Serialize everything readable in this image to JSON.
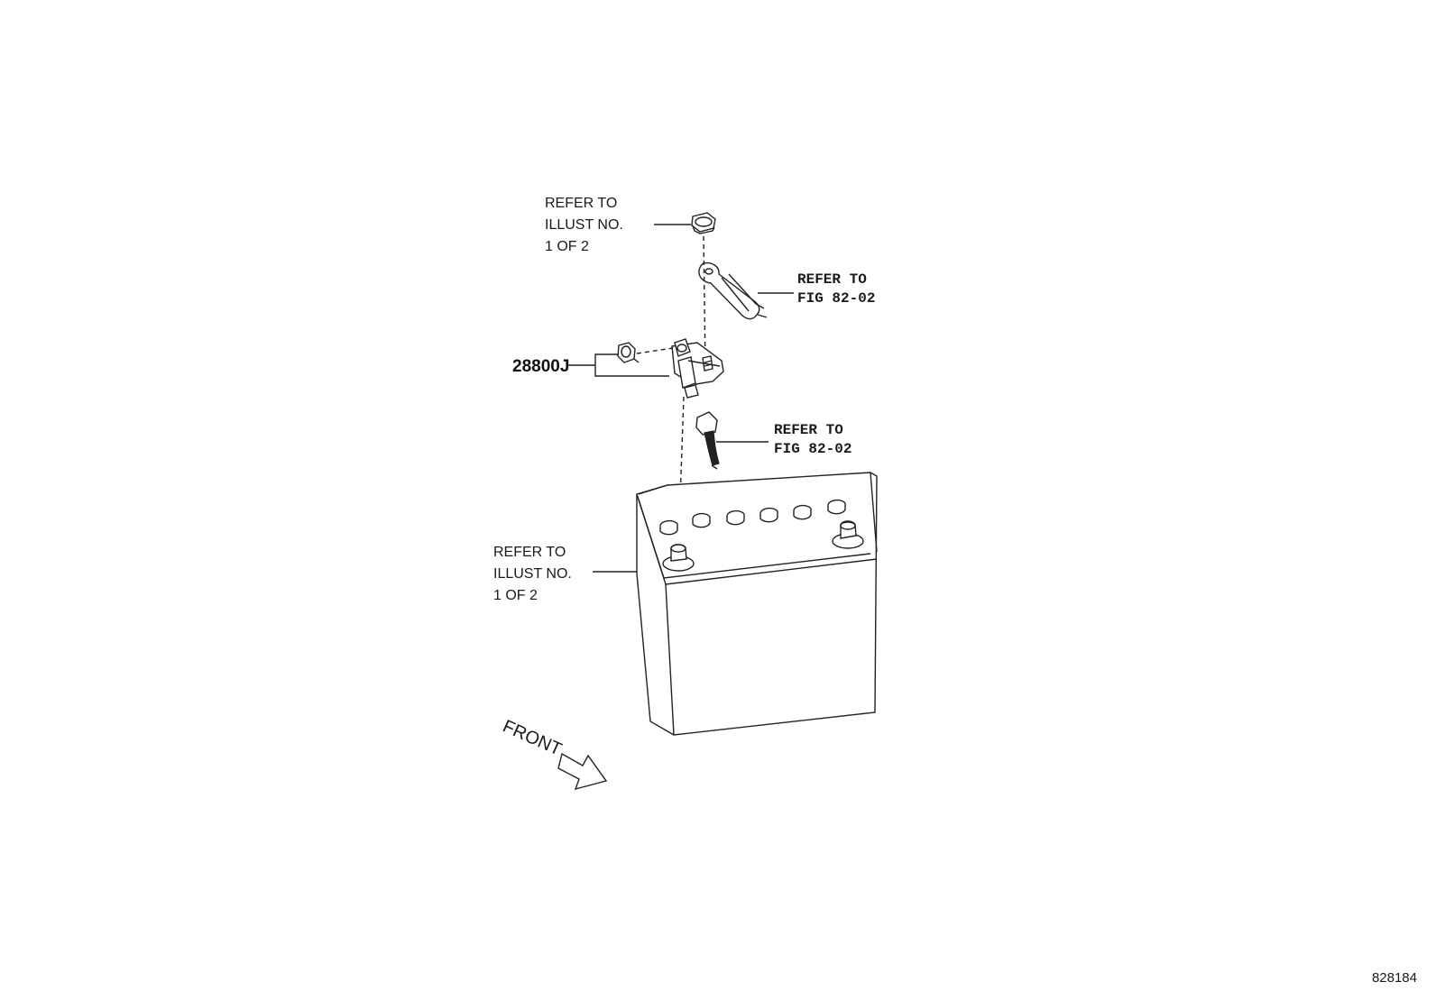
{
  "callouts": {
    "top_nut": [
      "REFER TO",
      "ILLUST NO.",
      "1 OF 2"
    ],
    "upper_cable": [
      "REFER TO",
      "FIG 82-02"
    ],
    "lower_cable": [
      "REFER TO",
      "FIG 82-02"
    ],
    "battery": [
      "REFER TO",
      "ILLUST NO.",
      "1 OF 2"
    ]
  },
  "part_number": "28800J",
  "front_label": "FRONT",
  "illustration_id": "828184"
}
